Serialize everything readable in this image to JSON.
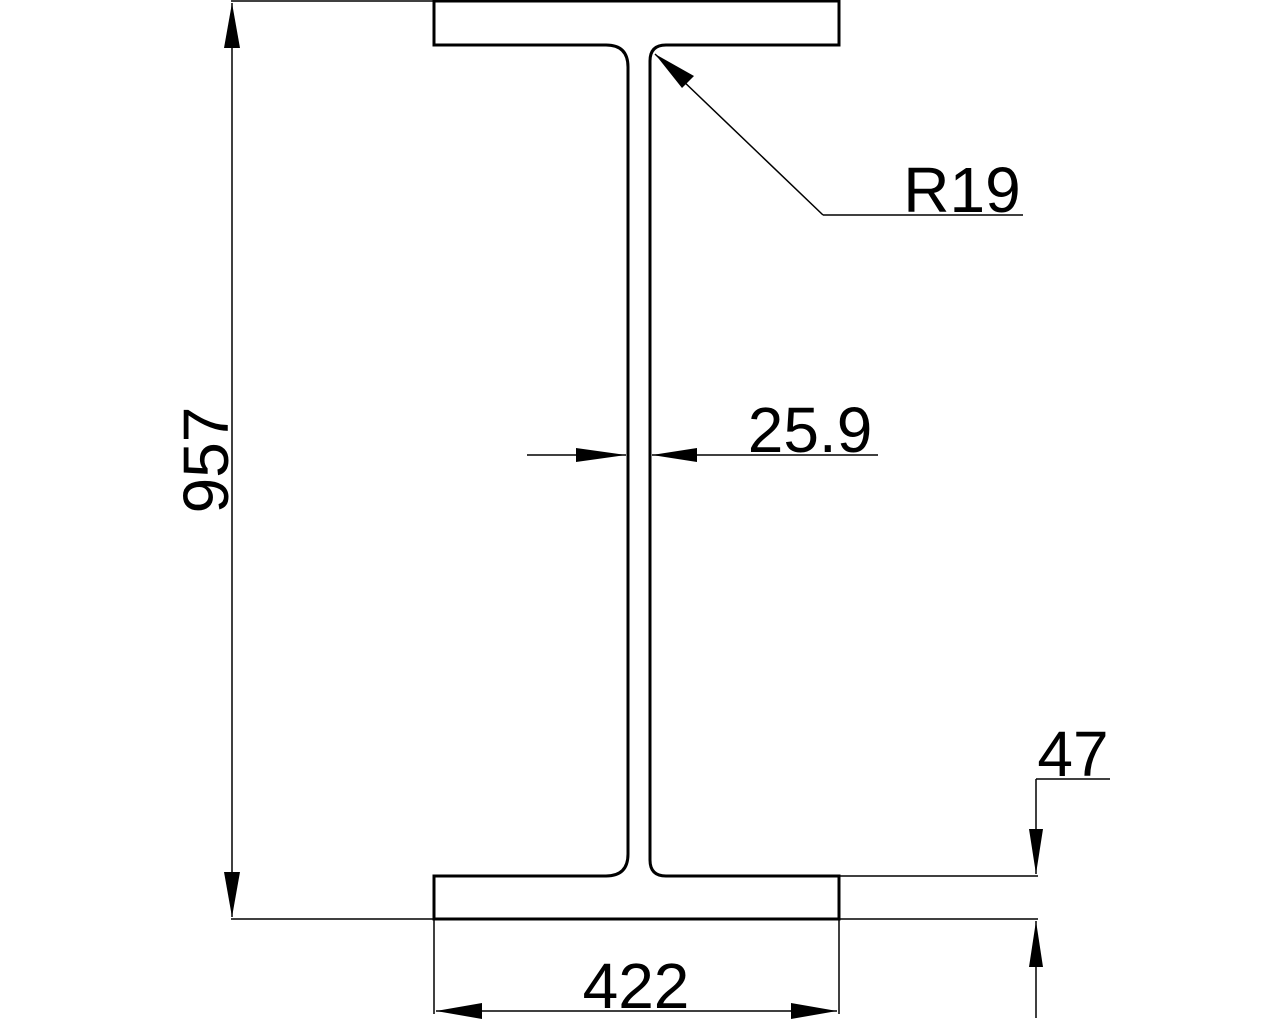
{
  "drawing": {
    "type": "I-beam cross-section",
    "colors": {
      "line": "#000000",
      "background": "#ffffff"
    },
    "dimensions": {
      "overall_height": {
        "label": "957",
        "orientation": "vertical"
      },
      "flange_width": {
        "label": "422",
        "orientation": "horizontal"
      },
      "web_thickness": {
        "label": "25.9",
        "orientation": "horizontal"
      },
      "flange_thickness": {
        "label": "47",
        "orientation": "vertical"
      },
      "root_radius": {
        "label": "R19",
        "type": "radius leader"
      }
    }
  }
}
